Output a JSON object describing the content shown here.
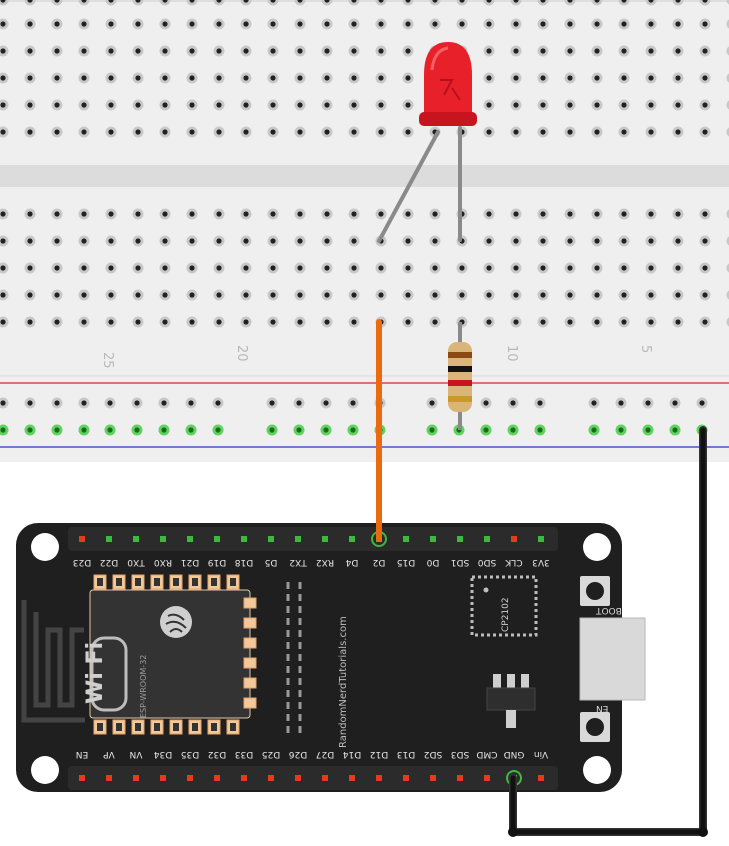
{
  "breadboard": {
    "column_labels": [
      "25",
      "20",
      "10",
      "5"
    ]
  },
  "board": {
    "chip_label": "CP2102",
    "module_label": "ESP-WROOM-32",
    "website": "RandomNerdTutorials.com",
    "wifi_label": "Wi Fi",
    "boot_label": "BOOT",
    "en_label": "EN",
    "top_pins": [
      "D23",
      "D22",
      "TX0",
      "RX0",
      "D21",
      "D19",
      "D18",
      "D5",
      "TX2",
      "RX2",
      "D4",
      "D2",
      "D15",
      "D0",
      "SD1",
      "SD0",
      "CLK",
      "3V3"
    ],
    "bottom_pins": [
      "EN",
      "VP",
      "VN",
      "D34",
      "D35",
      "D32",
      "D33",
      "D25",
      "D26",
      "D27",
      "D14",
      "D12",
      "D13",
      "SD2",
      "SD3",
      "CMD",
      "GND",
      "Vin"
    ]
  },
  "colors": {
    "board": "#1f1f1f",
    "breadboard": "#efefef",
    "led": "#e8202a",
    "orange_wire": "#ea6a10",
    "black_wire": "#1a1a1a",
    "power_red": "#d9202a",
    "power_blue": "#2535c8",
    "pin_red": "#e63a1e",
    "pin_green": "#3fb83f"
  }
}
